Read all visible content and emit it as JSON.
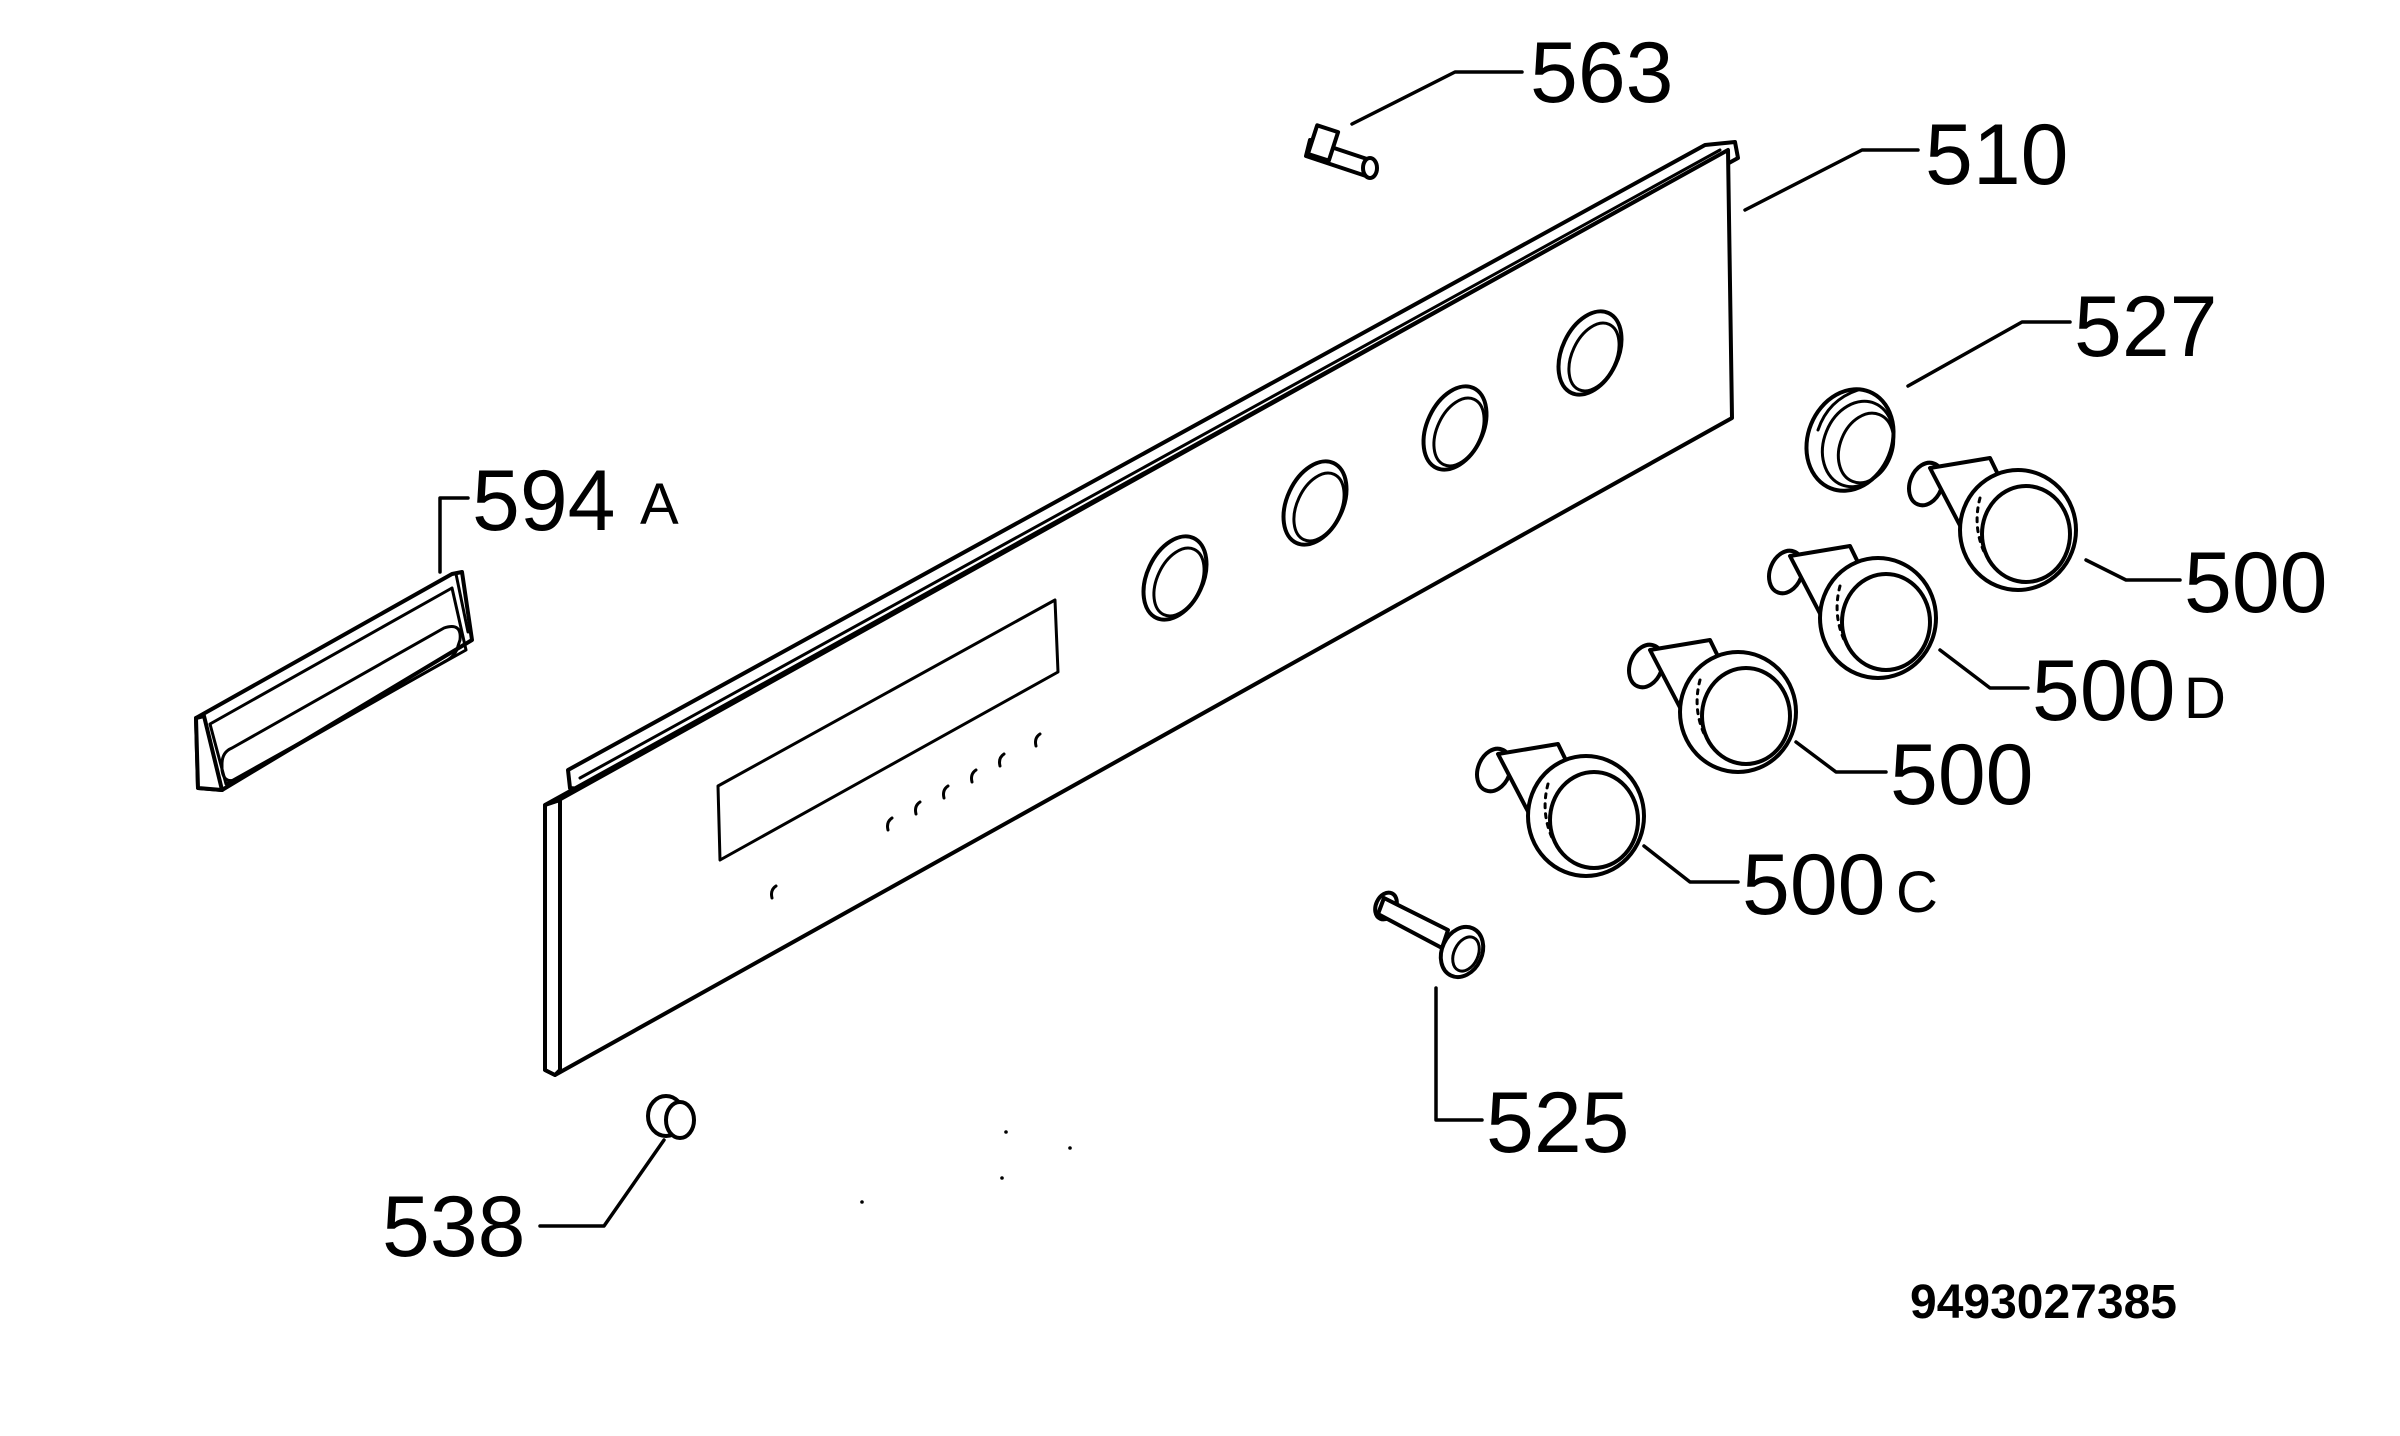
{
  "callouts": {
    "c563": "563",
    "c510": "510",
    "c527": "527",
    "c594": "594",
    "c594_suffix": "A",
    "c500_top": "500",
    "c500d": "500",
    "c500d_suffix": "D",
    "c500_mid": "500",
    "c500c": "500",
    "c500c_suffix": "C",
    "c525": "525",
    "c538": "538"
  },
  "document_number": "9493027385"
}
